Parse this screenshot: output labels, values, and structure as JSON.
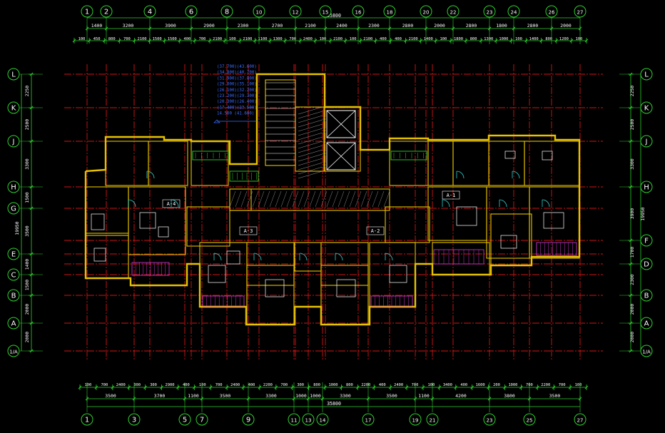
{
  "drawing": {
    "top_axes": [
      "1",
      "2",
      "4",
      "6",
      "8",
      "10",
      "12",
      "15",
      "16",
      "18",
      "20",
      "22",
      "23",
      "24",
      "26",
      "27"
    ],
    "bottom_axes": [
      "1",
      "3",
      "5",
      "7",
      "9",
      "11",
      "13",
      "14",
      "17",
      "19",
      "21",
      "23",
      "25",
      "27"
    ],
    "left_axes": [
      "L",
      "K",
      "J",
      "H",
      "G",
      "E",
      "C",
      "B",
      "A",
      "1/A"
    ],
    "right_axes": [
      "L",
      "K",
      "J",
      "H",
      "F",
      "D",
      "B",
      "A",
      "1/A"
    ],
    "top_overall": "35800",
    "bottom_overall": "35800",
    "top_dims_row1": [
      "1400",
      "3200",
      "3900",
      "2900",
      "2300",
      "2700",
      "2100",
      "2400",
      "2300",
      "2800",
      "2000",
      "2800",
      "1800",
      "2800",
      "2000"
    ],
    "top_dims_row2": [
      "100",
      "450",
      "800",
      "700",
      "2100",
      "1500",
      "1500",
      "400",
      "700",
      "2100",
      "100",
      "2100",
      "1100",
      "1300",
      "700",
      "2400",
      "100",
      "2100",
      "100",
      "2100",
      "400",
      "400",
      "2100",
      "1400",
      "100",
      "1800",
      "800",
      "1300",
      "1000",
      "100",
      "1400",
      "800",
      "1200",
      "100"
    ],
    "bottom_dims_row1": [
      "100",
      "700",
      "2400",
      "300",
      "300",
      "2900",
      "400",
      "100",
      "700",
      "2400",
      "400",
      "2200",
      "700",
      "300",
      "800",
      "1000",
      "800",
      "2200",
      "400",
      "2400",
      "700",
      "100",
      "3400",
      "400",
      "1600",
      "200",
      "1000",
      "700",
      "2200",
      "700",
      "100"
    ],
    "bottom_dims_row2": [
      "3500",
      "3700",
      "1100",
      "3500",
      "3300",
      "1000",
      "1000",
      "3300",
      "3500",
      "1100",
      "4200",
      "3800",
      "3500"
    ],
    "left_dims": [
      "2250",
      "2500",
      "3300",
      "1500",
      "3500",
      "1400",
      "1500",
      "2000",
      "2000"
    ],
    "left_total": "19950",
    "right_dims": [
      "2250",
      "2500",
      "3300",
      "3900",
      "1700",
      "2300",
      "2000",
      "2000"
    ],
    "right_total": "19950",
    "elevations": [
      "(37.700)(43.600)",
      "(34.800)(40.700)",
      "(31.900)(37.800)",
      "(29.000)(35.100)",
      "(26.100)(32.200)",
      "(23.200)(29.300)",
      "(20.300)(26.400)",
      "(17.400)(23.500)",
      "14.500 (41.600)"
    ],
    "units": [
      "A-1",
      "A-2",
      "A-3",
      "A-4"
    ]
  }
}
